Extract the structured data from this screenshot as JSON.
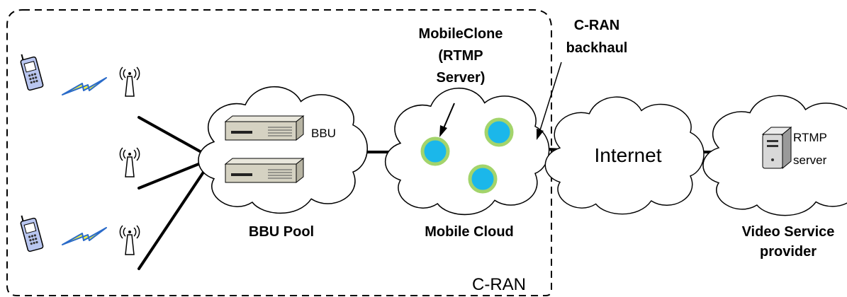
{
  "labels": {
    "mobileclone_line1": "MobileClone",
    "mobileclone_line2": "(RTMP",
    "mobileclone_line3": "Server)",
    "cran_backhaul_line1": "C-RAN",
    "cran_backhaul_line2": "backhaul",
    "bbu": "BBU",
    "bbu_pool": "BBU Pool",
    "mobile_cloud": "Mobile Cloud",
    "internet": "Internet",
    "rtmp_line1": "RTMP",
    "rtmp_line2": "server",
    "video_service_line1": "Video Service",
    "video_service_line2": "provider",
    "cran": "C-RAN"
  },
  "colors": {
    "vm_fill": "#1bb7ea",
    "vm_ring": "#a3d46b",
    "phone_fill": "#b9c6f0",
    "lightning": "#f3f13d",
    "lightning_stroke": "#2a6bc9",
    "bbu_body": "#d5d2c2"
  },
  "icons": [
    "phone-icon",
    "antenna-icon",
    "lightning-icon",
    "bbu-server-icon",
    "vm-instance-icon",
    "rtmp-server-icon"
  ]
}
